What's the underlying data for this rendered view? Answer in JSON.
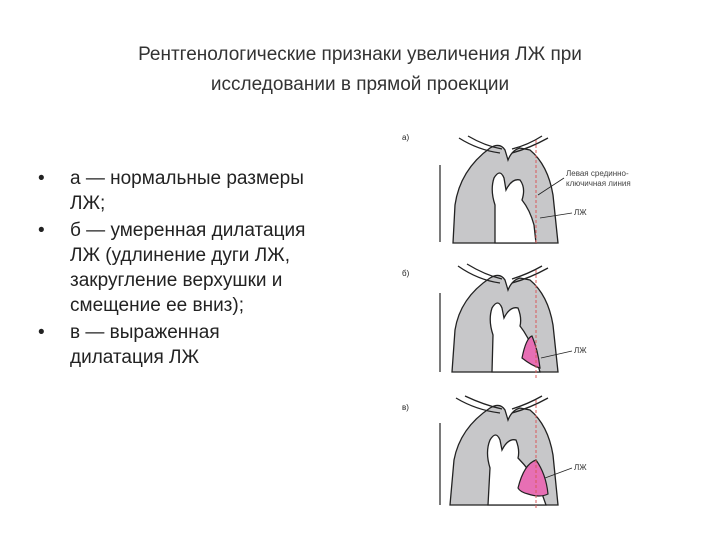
{
  "title": {
    "line1": "Рентгенологические признаки увеличения ЛЖ при",
    "line2": "исследовании в прямой проекции"
  },
  "bullets": [
    {
      "lines": [
        "а — нормальные размеры",
        "ЛЖ;"
      ]
    },
    {
      "lines": [
        "б — умеренная дилатация",
        "ЛЖ (удлинение дуги ЛЖ,",
        "закругление верхушки и",
        "смещение ее вниз);"
      ]
    },
    {
      "lines": [
        "в — выраженная",
        "дилатация ЛЖ"
      ]
    }
  ],
  "figure": {
    "panel_a_label": "а)",
    "panel_b_label": "б)",
    "panel_c_label": "в)",
    "midline_caption_line1": "Левая срединно-",
    "midline_caption_line2": "ключичная линия",
    "lv_label_a": "ЛЖ",
    "lv_label_b": "ЛЖ",
    "lv_label_c": "ЛЖ",
    "colors": {
      "lung_fill": "#c7c7c9",
      "lv_highlight": "#e76fb4",
      "midline": "#d95a5a",
      "outline": "#222222"
    }
  }
}
